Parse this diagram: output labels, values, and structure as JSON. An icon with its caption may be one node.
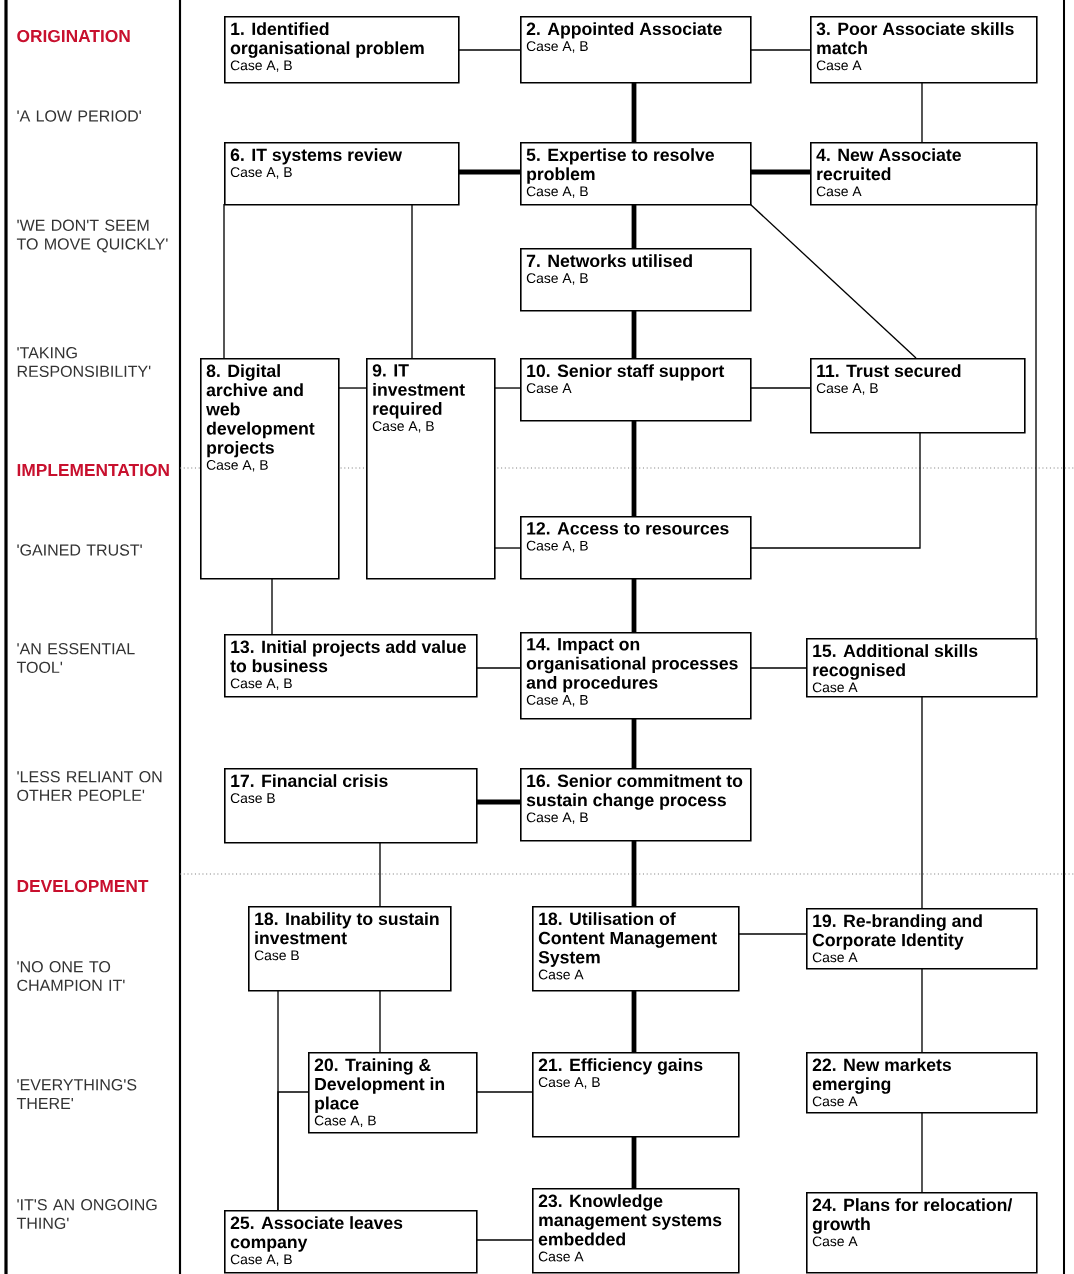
{
  "diagram": {
    "nodes": [
      {
        "text": [
          "1. Identified organisational problem",
          "Case A, B"
        ]
      },
      {
        "text": [
          "2. Appointed Associate",
          "Case A, B"
        ]
      },
      {
        "text": [
          "3. Poor Associate skills match",
          "Case A"
        ]
      },
      {
        "text": [
          "6. IT systems review",
          "Case A, B"
        ]
      },
      {
        "text": [
          "5. Expertise to resolve problem",
          "Case A, B"
        ]
      },
      {
        "text": [
          "4. New Associate recruited",
          "Case A"
        ]
      },
      {
        "text": [
          "7. Networks utilised",
          "Case A, B"
        ]
      },
      {
        "text": [
          "8. Digital archive and web development projects",
          "Case A, B"
        ]
      },
      {
        "text": [
          "9. IT investment required",
          "Case A, B"
        ]
      },
      {
        "text": [
          "10. Senior staff support",
          "Case A"
        ]
      },
      {
        "text": [
          "11. Trust secured",
          "Case A, B"
        ]
      },
      {
        "text": [
          "12. Access to resources",
          "Case A, B"
        ]
      },
      {
        "text": [
          "13. Initial projects add value to business",
          "Case A, B"
        ]
      },
      {
        "text": [
          "14. Impact on organisational processes and procedures",
          "Case A, B"
        ]
      },
      {
        "text": [
          "15. Additional skills recognised",
          "Case A"
        ]
      },
      {
        "text": [
          "17. Financial crisis",
          "Case B"
        ]
      },
      {
        "text": [
          "16. Senior commitment to sustain change process",
          "Case A, B"
        ]
      },
      {
        "text": [
          "18. Inability to sustain investment",
          "Case B"
        ]
      },
      {
        "text": [
          "18. Utilisation of Content Management System",
          "Case A"
        ]
      },
      {
        "text": [
          "19. Re-branding and Corporate Identity",
          "Case A"
        ]
      },
      {
        "text": [
          "20. Training & Development in place",
          "Case A, B"
        ]
      },
      {
        "text": [
          "21. Efficiency gains",
          "Case A, B"
        ]
      },
      {
        "text": [
          "22. New markets emerging",
          "Case A"
        ]
      },
      {
        "text": [
          "25. Associate leaves company",
          "Case A, B"
        ]
      },
      {
        "text": [
          "23. Knowledge management systems embedded",
          "Case A"
        ]
      },
      {
        "text": [
          "24. Plans for relocation/ growth",
          "Case A"
        ]
      }
    ],
    "edges": [
      {
        "from": 0,
        "to": 1,
        "arrow": "none"
      },
      {
        "from": 1,
        "to": 2,
        "arrow": "none"
      },
      {
        "from": 1,
        "to": 4,
        "arrow": "none",
        "style": "thick"
      },
      {
        "from": 2,
        "to": 5,
        "arrow": "none"
      },
      {
        "from": 3,
        "to": 4,
        "arrow": "none",
        "style": "thick"
      },
      {
        "from": 4,
        "to": 5,
        "arrow": "none",
        "style": "thick"
      },
      {
        "from": 4,
        "to": 6,
        "arrow": "none",
        "style": "thick"
      },
      {
        "from": 4,
        "to": 10,
        "arrow": "none"
      },
      {
        "from": 3,
        "to": 7,
        "arrow": "none"
      },
      {
        "from": 3,
        "to": 8,
        "arrow": "none"
      },
      {
        "from": 5,
        "to": 14,
        "arrow": "none"
      },
      {
        "from": 6,
        "to": 9,
        "arrow": "none",
        "style": "thick"
      },
      {
        "from": 7,
        "to": 8,
        "arrow": "none"
      },
      {
        "from": 8,
        "to": 9,
        "arrow": "none"
      },
      {
        "from": 9,
        "to": 10,
        "arrow": "none"
      },
      {
        "from": 9,
        "to": 11,
        "arrow": "none",
        "style": "thick"
      },
      {
        "from": 10,
        "to": 11,
        "arrow": "none"
      },
      {
        "from": 8,
        "to": 11,
        "arrow": "none"
      },
      {
        "from": 7,
        "to": 12,
        "arrow": "none"
      },
      {
        "from": 11,
        "to": 13,
        "arrow": "none",
        "style": "thick"
      },
      {
        "from": 12,
        "to": 13,
        "arrow": "none"
      },
      {
        "from": 13,
        "to": 14,
        "arrow": "none"
      },
      {
        "from": 13,
        "to": 16,
        "arrow": "none",
        "style": "thick"
      },
      {
        "from": 15,
        "to": 16,
        "arrow": "none",
        "style": "thick"
      },
      {
        "from": 15,
        "to": 17,
        "arrow": "none"
      },
      {
        "from": 16,
        "to": 18,
        "arrow": "none",
        "style": "thick"
      },
      {
        "from": 14,
        "to": 19,
        "arrow": "none"
      },
      {
        "from": 18,
        "to": 19,
        "arrow": "none"
      },
      {
        "from": 17,
        "to": 20,
        "arrow": "none"
      },
      {
        "from": 17,
        "to": 23,
        "arrow": "none"
      },
      {
        "from": 20,
        "to": 23,
        "arrow": "none"
      },
      {
        "from": 20,
        "to": 21,
        "arrow": "none"
      },
      {
        "from": 18,
        "to": 21,
        "arrow": "none",
        "style": "thick"
      },
      {
        "from": 19,
        "to": 22,
        "arrow": "none"
      },
      {
        "from": 21,
        "to": 24,
        "arrow": "none",
        "style": "thick"
      },
      {
        "from": 23,
        "to": 24,
        "arrow": "none"
      },
      {
        "from": 22,
        "to": 25,
        "arrow": "none"
      }
    ],
    "labels": [
      "ORIGINATION",
      "'A LOW PERIOD'",
      "'WE DON'T SEEM TO MOVE QUICKLY'",
      "'TAKING RESPONSIBILITY'",
      "IMPLEMENTATION",
      "'GAINED TRUST'",
      "'AN ESSENTIAL TOOL'",
      "'LESS RELIANT ON OTHER PEOPLE'",
      "DEVELOPMENT",
      "'NO ONE TO CHAMPION IT'",
      "'EVERYTHING'S THERE'",
      "'IT'S AN ONGOING THING'"
    ]
  }
}
